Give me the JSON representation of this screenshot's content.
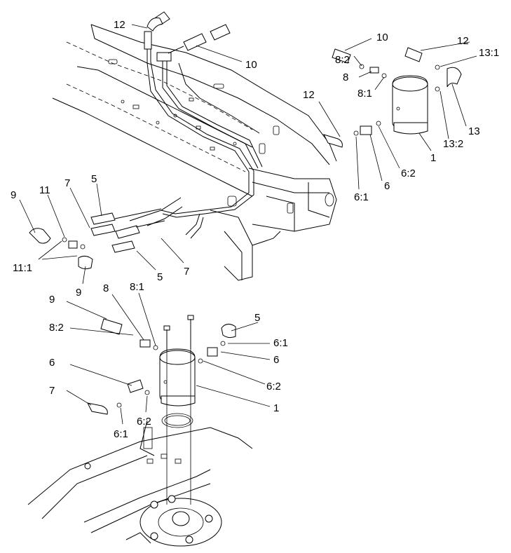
{
  "diagram": {
    "labels": [
      {
        "id": "top-12",
        "text": "12"
      },
      {
        "id": "top-10",
        "text": "10"
      },
      {
        "id": "r-10",
        "text": "10"
      },
      {
        "id": "r-12",
        "text": "12"
      },
      {
        "id": "r-13-1",
        "text": "13:1"
      },
      {
        "id": "r-8-2",
        "text": "8:2"
      },
      {
        "id": "r-8",
        "text": "8"
      },
      {
        "id": "r-8-1",
        "text": "8:1"
      },
      {
        "id": "r-12b",
        "text": "12"
      },
      {
        "id": "r-13",
        "text": "13"
      },
      {
        "id": "r-13-2",
        "text": "13:2"
      },
      {
        "id": "r-1",
        "text": "1"
      },
      {
        "id": "r-6-2",
        "text": "6:2"
      },
      {
        "id": "r-6",
        "text": "6"
      },
      {
        "id": "r-6-1",
        "text": "6:1"
      },
      {
        "id": "m-9",
        "text": "9"
      },
      {
        "id": "m-11",
        "text": "11"
      },
      {
        "id": "m-7",
        "text": "7"
      },
      {
        "id": "m-5",
        "text": "5"
      },
      {
        "id": "m-11-1",
        "text": "11:1"
      },
      {
        "id": "m-9b",
        "text": "9"
      },
      {
        "id": "m-5b",
        "text": "5"
      },
      {
        "id": "m-7b",
        "text": "7"
      },
      {
        "id": "b-9",
        "text": "9"
      },
      {
        "id": "b-8",
        "text": "8"
      },
      {
        "id": "b-8-1",
        "text": "8:1"
      },
      {
        "id": "b-8-2",
        "text": "8:2"
      },
      {
        "id": "b-5",
        "text": "5"
      },
      {
        "id": "b-6-1",
        "text": "6:1"
      },
      {
        "id": "b-6",
        "text": "6"
      },
      {
        "id": "b-6-2",
        "text": "6:2"
      },
      {
        "id": "b-6l",
        "text": "6"
      },
      {
        "id": "b-7",
        "text": "7"
      },
      {
        "id": "b-1",
        "text": "1"
      },
      {
        "id": "b-6-2l",
        "text": "6:2"
      },
      {
        "id": "b-6-1l",
        "text": "6:1"
      }
    ]
  }
}
